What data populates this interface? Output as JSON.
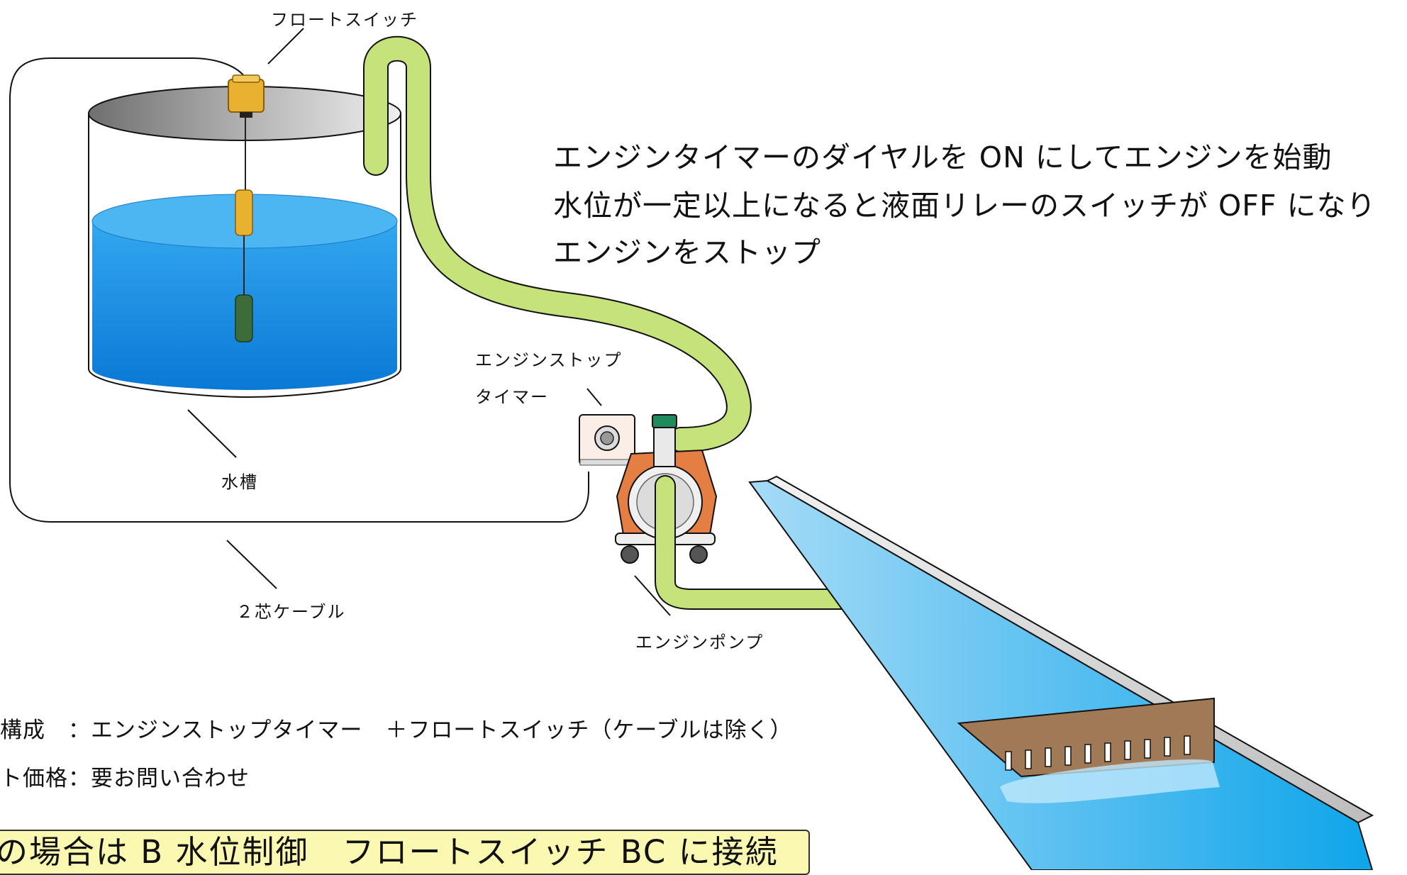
{
  "labels": {
    "float_switch": "フロートスイッチ",
    "water_tank": "水槽",
    "cable": "２芯ケーブル",
    "engine_stop_timer_line1": "エンジンストップ",
    "engine_stop_timer_line2": "タイマー",
    "engine_pump": "エンジンポンプ"
  },
  "description": {
    "line1": "エンジンタイマーのダイヤルを ON にしてエンジンを始動",
    "line2": "水位が一定以上になると液面リレーのスイッチが OFF になり",
    "line3": "エンジンをストップ"
  },
  "specs": {
    "composition": "構成　：エンジンストップタイマー　＋フロートスイッチ（ケーブルは除く）",
    "price": "ト価格：要お問い合わせ"
  },
  "note": "の場合は B 水位制御　フロートスイッチ BC に接続",
  "colors": {
    "hose": "#c6e27a",
    "water": "#1a8fe0",
    "float_gold": "#e8b230",
    "channel_water": "#2db2ee",
    "note_bg": "#fbf8b2"
  }
}
